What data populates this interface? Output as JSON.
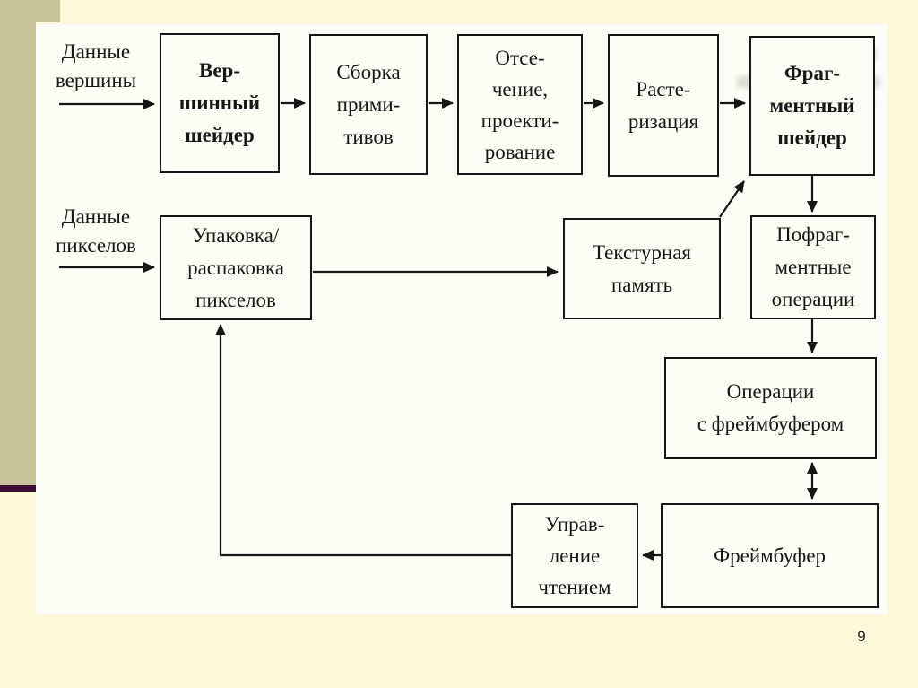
{
  "page": {
    "number": "9",
    "colors": {
      "background": "#FBF9D8",
      "sidebar_bar": "#C7C39B",
      "accent_line": "#3D0C33",
      "paper": "#FDFDF8",
      "ink": "#161616"
    }
  },
  "diagram": {
    "inputs": {
      "vertex_data": {
        "lines": [
          "Данные",
          "вершины"
        ]
      },
      "pixel_data": {
        "lines": [
          "Данные",
          "пикселов"
        ]
      }
    },
    "nodes": {
      "vertex_shader": {
        "lines": [
          "Вер-",
          "шинный",
          "шейдер"
        ],
        "bold": true
      },
      "primitive_assembly": {
        "lines": [
          "Сборка",
          "прими-",
          "тивов"
        ],
        "bold": false
      },
      "clipping_projection": {
        "lines": [
          "Отсе-",
          "чение,",
          "проекти-",
          "рование"
        ],
        "bold": false
      },
      "rasterization": {
        "lines": [
          "Расте-",
          "ризация"
        ],
        "bold": false
      },
      "fragment_shader": {
        "lines": [
          "Фраг-",
          "ментный",
          "шейдер"
        ],
        "bold": true
      },
      "pixel_pack_unpack": {
        "lines": [
          "Упаковка/",
          "распаковка",
          "пикселов"
        ],
        "bold": false
      },
      "texture_memory": {
        "lines": [
          "Текстурная",
          "память"
        ],
        "bold": false
      },
      "per_fragment_ops": {
        "lines": [
          "Пофраг-",
          "ментные",
          "операции"
        ],
        "bold": false
      },
      "framebuffer_ops": {
        "lines": [
          "Операции",
          "с фреймбуфером"
        ],
        "bold": false
      },
      "read_control": {
        "lines": [
          "Управ-",
          "ление",
          "чтением"
        ],
        "bold": false
      },
      "framebuffer": {
        "lines": [
          "Фреймбуфер"
        ],
        "bold": false
      }
    }
  }
}
